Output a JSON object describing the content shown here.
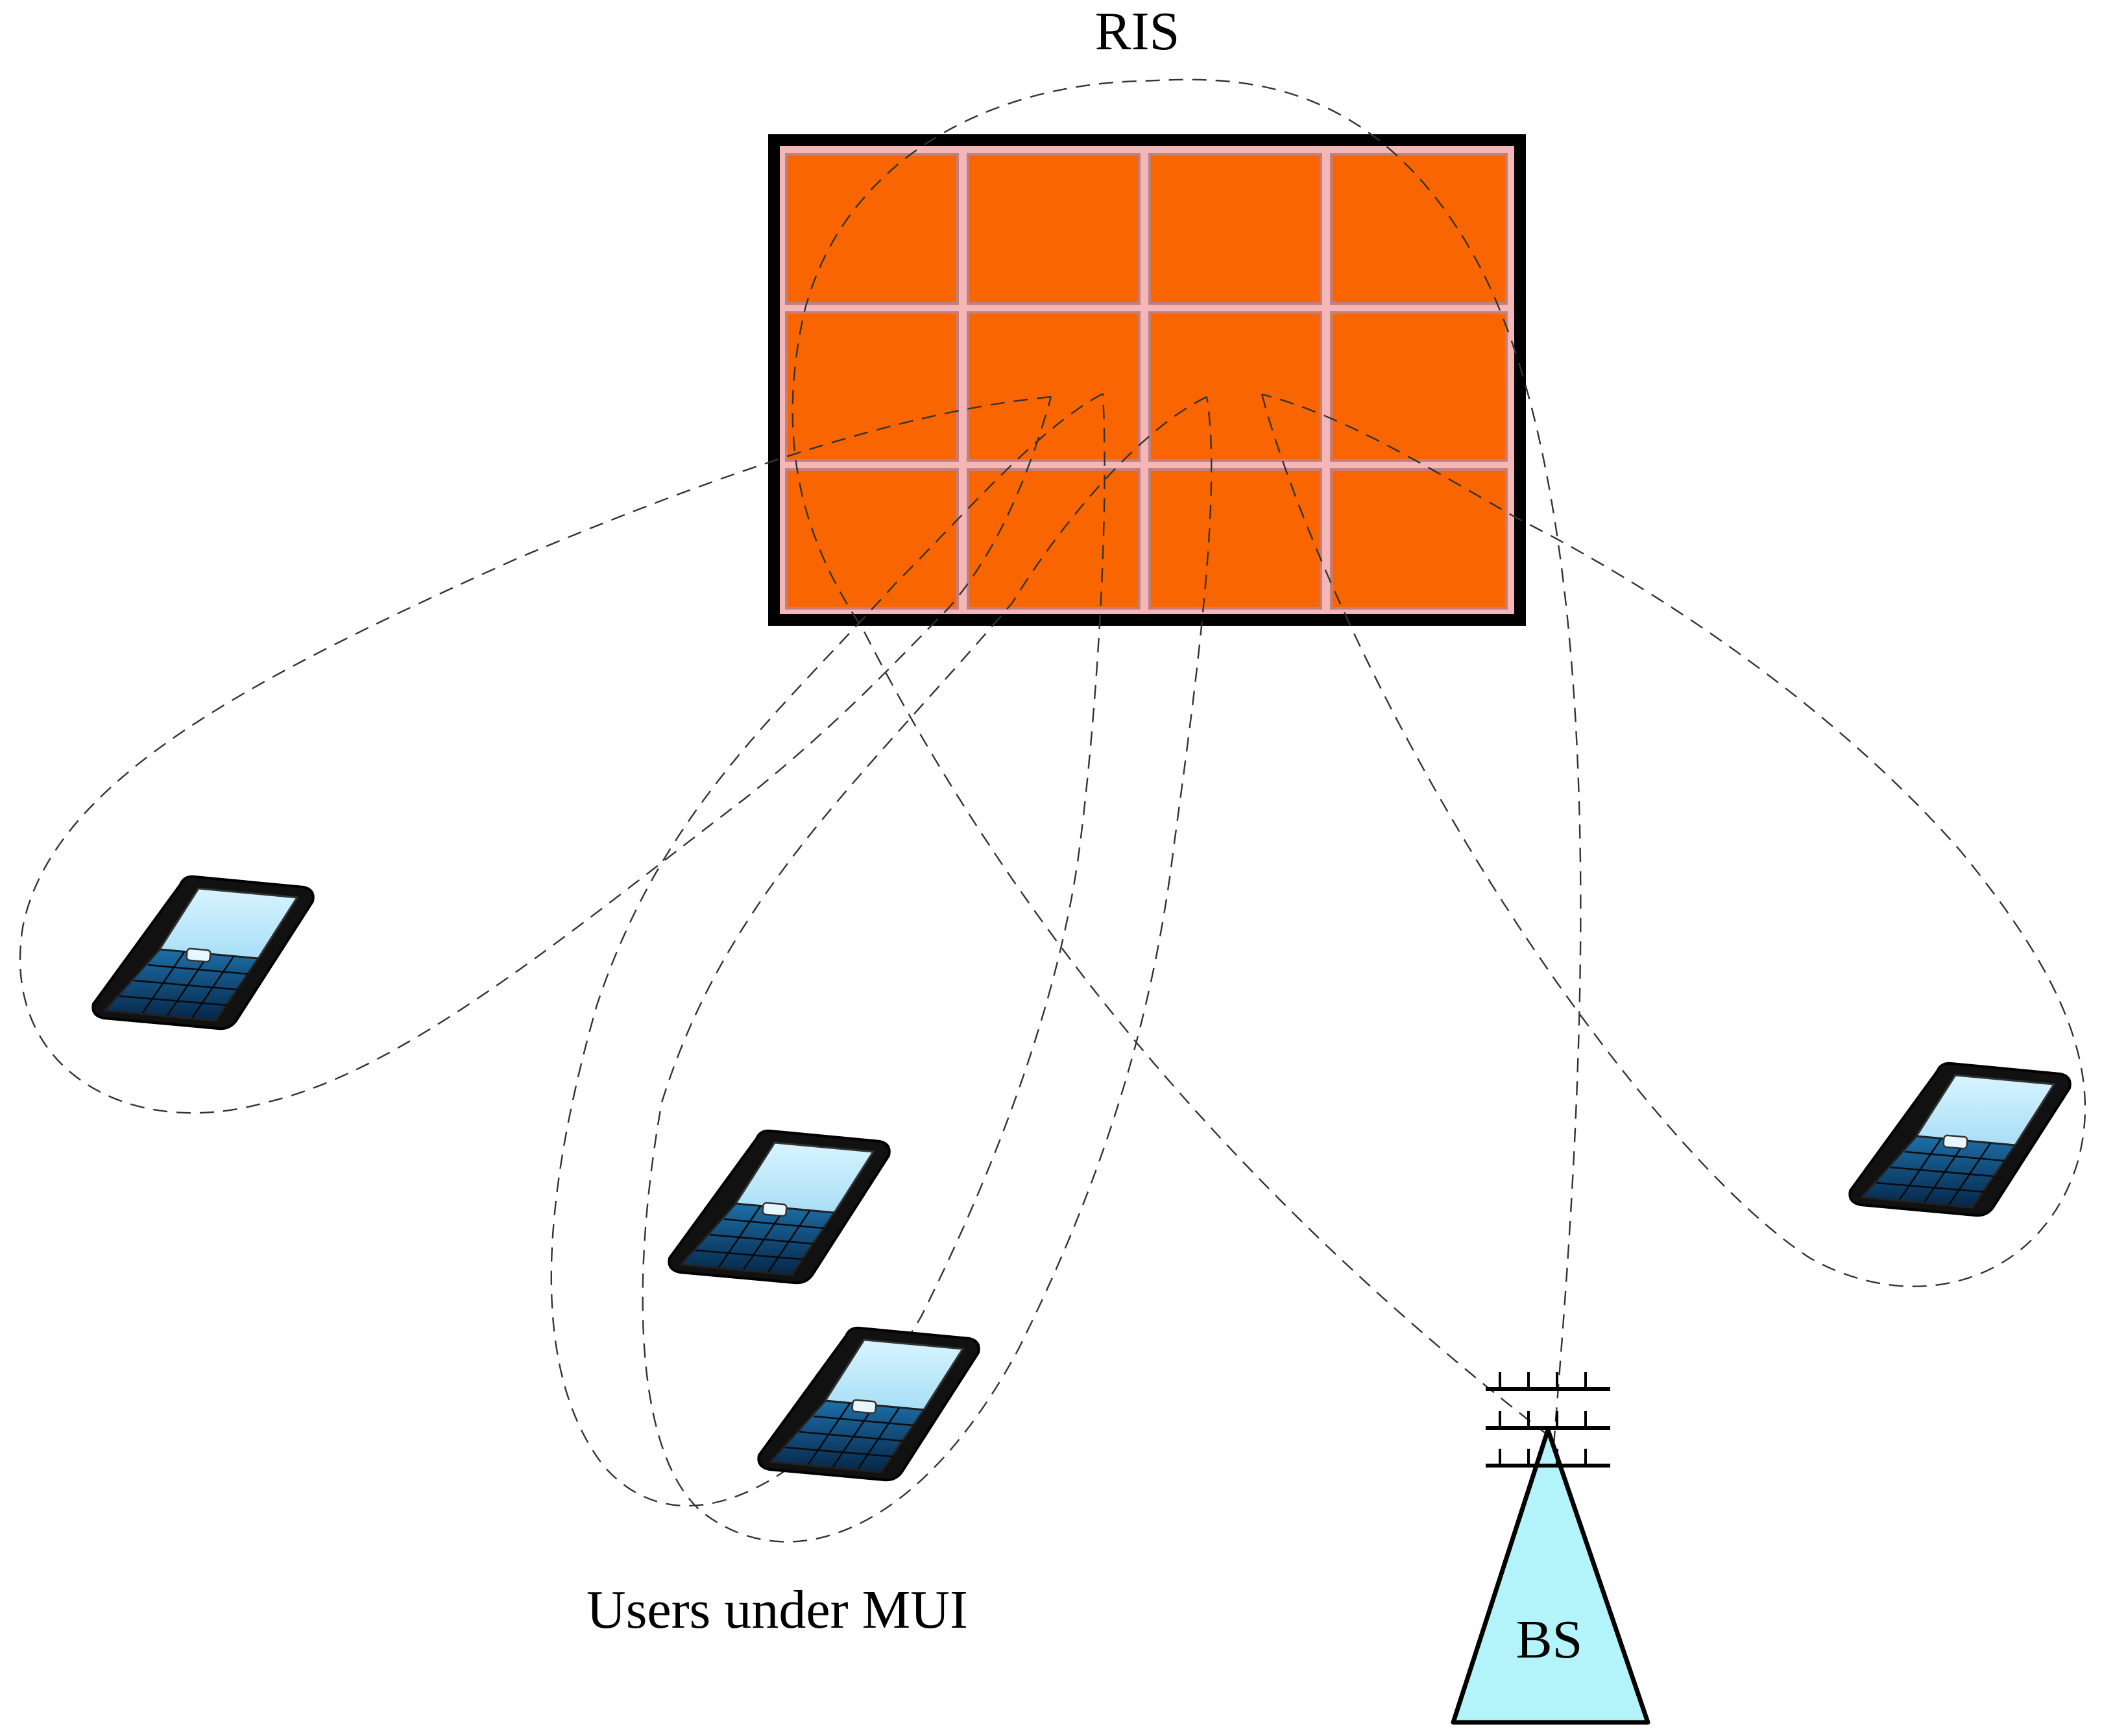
{
  "labels": {
    "ris": "RIS",
    "users": "Users under MUI",
    "bs": "BS"
  },
  "colors": {
    "ris_element": "#f96500",
    "ris_gap": "#f4b6b6",
    "ris_frame": "#000000",
    "bs_fill": "#b3f4fb",
    "phone_screen": "#c3ecfb",
    "phone_keypad": "#0b3a66",
    "beam": "#333333"
  },
  "ris": {
    "rows": 3,
    "cols": 4
  },
  "icons": {
    "phone": "mobile-phone-icon",
    "antenna": "antenna-array-icon"
  }
}
